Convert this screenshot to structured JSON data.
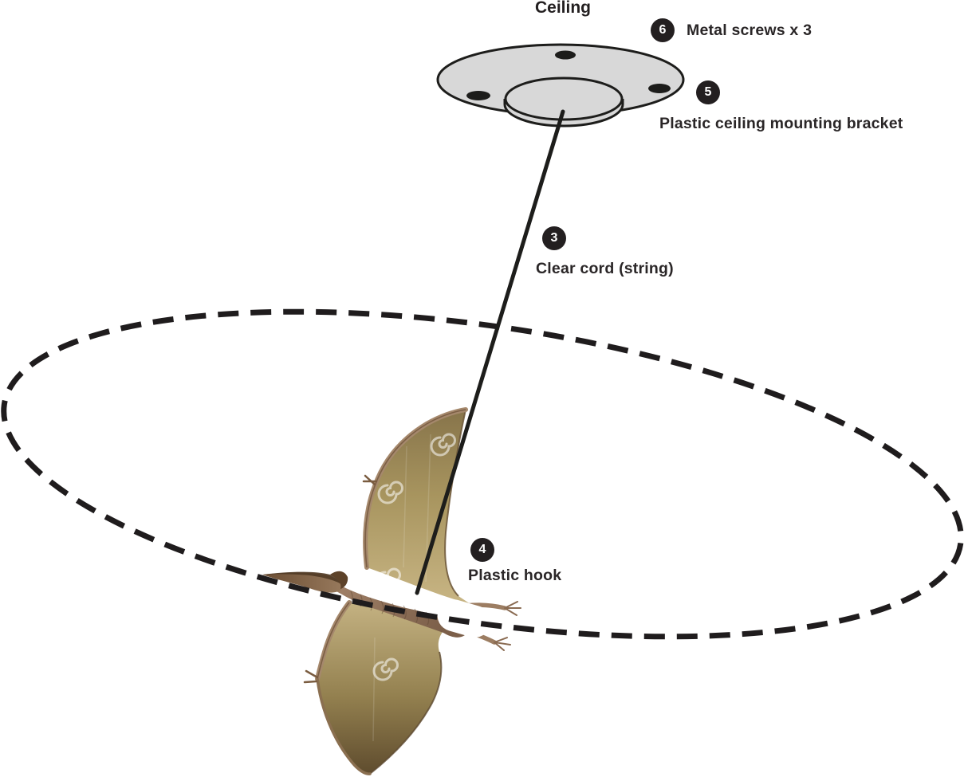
{
  "page": {
    "background": "#ffffff"
  },
  "labels": {
    "ceiling": "Ceiling"
  },
  "callouts": [
    {
      "number": "6",
      "label": "Metal screws x 3"
    },
    {
      "number": "5",
      "label": "Plastic ceiling mounting bracket"
    },
    {
      "number": "3",
      "label": "Clear cord (string)"
    },
    {
      "number": "4",
      "label": "Plastic hook"
    }
  ],
  "colors": {
    "ink": "#231f20",
    "badge_bg": "#231f20",
    "badge_text": "#ffffff",
    "bracket_fill": "#d8d8d8",
    "wing_light": "#c8b584",
    "wing_dark": "#87744a",
    "wing_tip_dark": "#5f4c2e",
    "limb_brown": "#a5886c",
    "body_brown": "#8d6f55",
    "beak_dark": "#503a25",
    "hook_white": "#ffffff"
  }
}
